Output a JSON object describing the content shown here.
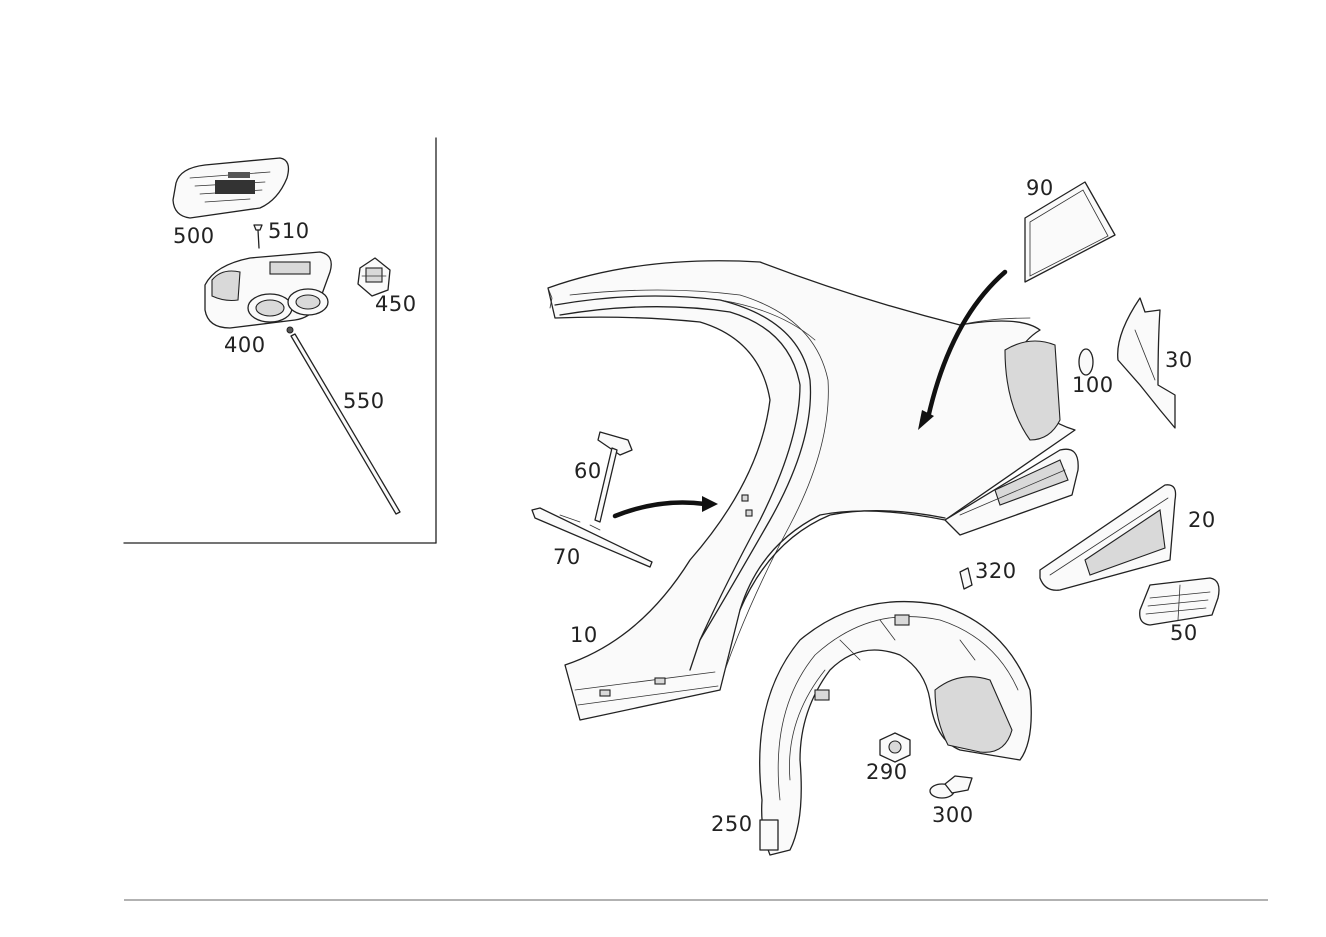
{
  "diagram": {
    "labels": {
      "p10": "10",
      "p20": "20",
      "p30": "30",
      "p50": "50",
      "p60": "60",
      "p70": "70",
      "p90": "90",
      "p100": "100",
      "p250": "250",
      "p290": "290",
      "p300": "300",
      "p320": "320",
      "p400": "400",
      "p450": "450",
      "p500": "500",
      "p510": "510",
      "p550": "550"
    }
  }
}
